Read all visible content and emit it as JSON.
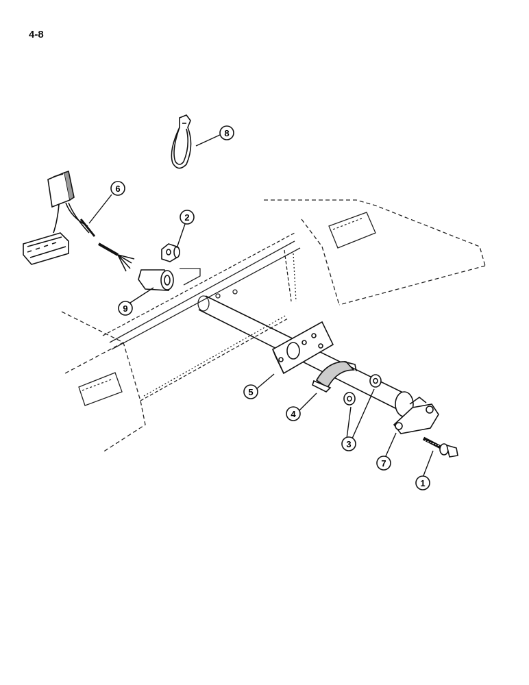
{
  "page": {
    "number": "4-8"
  },
  "callouts": [
    {
      "label": "1",
      "part": "bolt"
    },
    {
      "label": "2",
      "part": "nut"
    },
    {
      "label": "3",
      "part": "washers"
    },
    {
      "label": "4",
      "part": "clamp"
    },
    {
      "label": "5",
      "part": "mounting-plate"
    },
    {
      "label": "6",
      "part": "wire-harness-connector"
    },
    {
      "label": "7",
      "part": "tube-assembly-end-flange"
    },
    {
      "label": "8",
      "part": "strap"
    },
    {
      "label": "9",
      "part": "boot"
    }
  ]
}
